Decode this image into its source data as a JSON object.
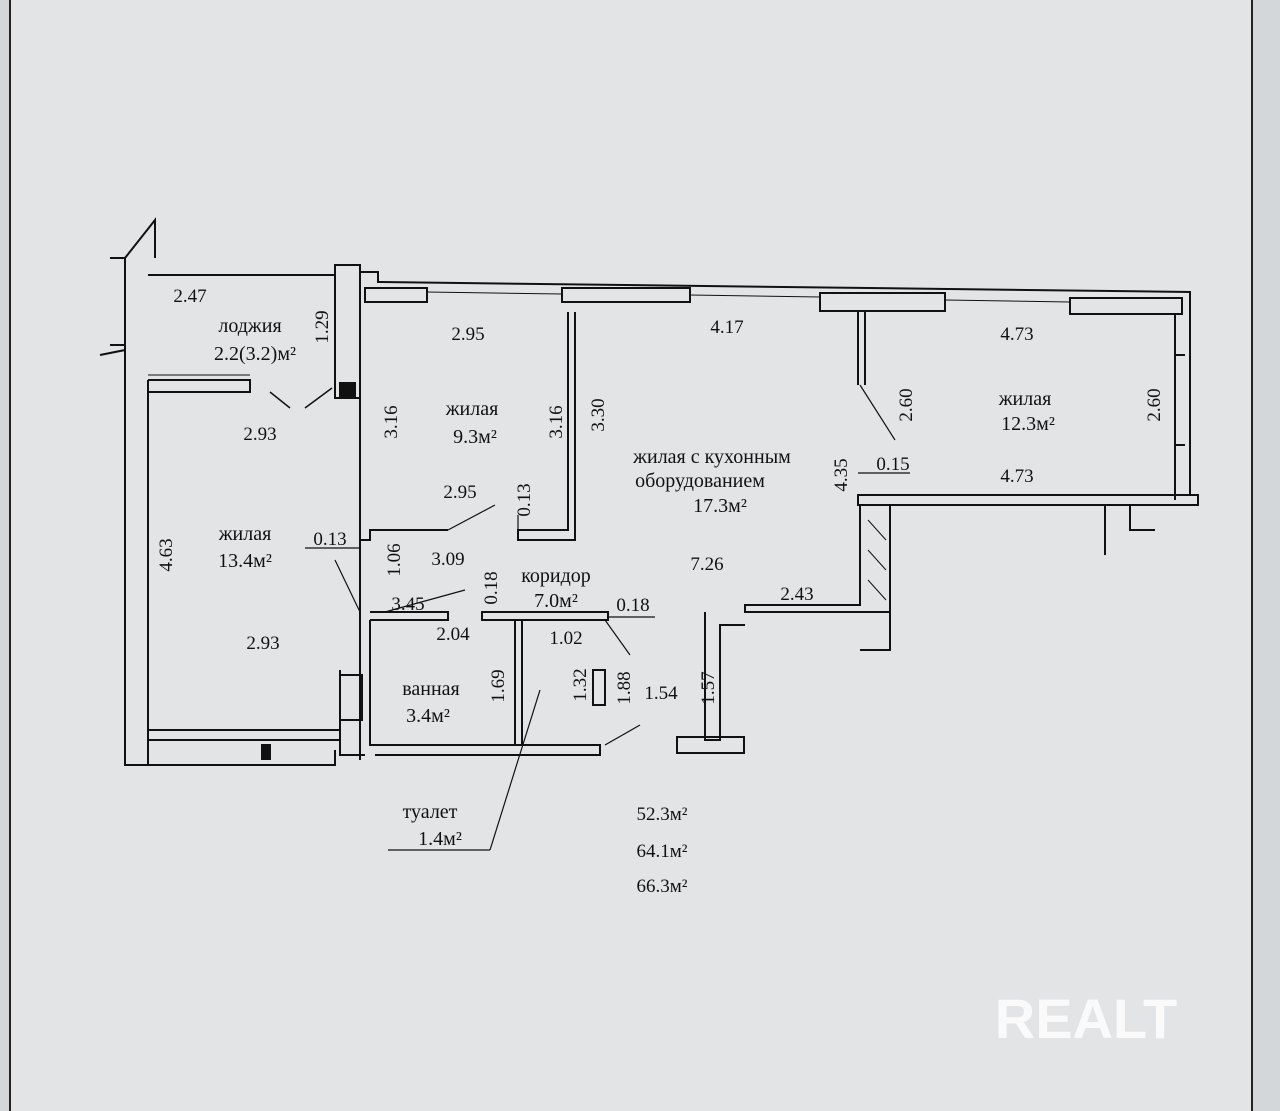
{
  "watermark": "REALT",
  "rooms": {
    "loggia": {
      "name": "лоджия",
      "area": "2.2(3.2)м²"
    },
    "living_1": {
      "name": "жилая",
      "area": "9.3м²"
    },
    "living_2": {
      "name": "жилая",
      "area": "13.4м²"
    },
    "kitchen_living": {
      "name_line1": "жилая с кухонным",
      "name_line2": "оборудованием",
      "area": "17.3м²"
    },
    "living_3": {
      "name": "жилая",
      "area": "12.3м²"
    },
    "corridor": {
      "name": "коридор",
      "area": "7.0м²"
    },
    "bathroom": {
      "name": "ванная",
      "area": "3.4м²"
    },
    "toilet": {
      "name": "туалет",
      "area": "1.4м²"
    }
  },
  "totals": [
    "52.3м²",
    "64.1м²",
    "66.3м²"
  ],
  "dimensions": {
    "d_2_47": "2.47",
    "d_1_29": "1.29",
    "d_2_95_top": "2.95",
    "d_4_17": "4.17",
    "d_4_73_top": "4.73",
    "d_2_93_top": "2.93",
    "d_3_16_a": "3.16",
    "d_3_16_b": "3.16",
    "d_3_30": "3.30",
    "d_2_60_a": "2.60",
    "d_2_60_b": "2.60",
    "d_4_35": "4.35",
    "d_0_15": "0.15",
    "d_4_73_bot": "4.73",
    "d_2_95_mid": "2.95",
    "d_0_13_a": "0.13",
    "d_0_13_b": "0.13",
    "d_4_63": "4.63",
    "d_1_06": "1.06",
    "d_3_09": "3.09",
    "d_0_18_a": "0.18",
    "d_7_26": "7.26",
    "d_3_45": "3.45",
    "d_2_43": "2.43",
    "d_0_18_b": "0.18",
    "d_2_04": "2.04",
    "d_1_02": "1.02",
    "d_2_93_bot": "2.93",
    "d_1_69": "1.69",
    "d_1_32": "1.32",
    "d_1_88": "1.88",
    "d_1_54": "1.54",
    "d_1_57": "1.57"
  }
}
